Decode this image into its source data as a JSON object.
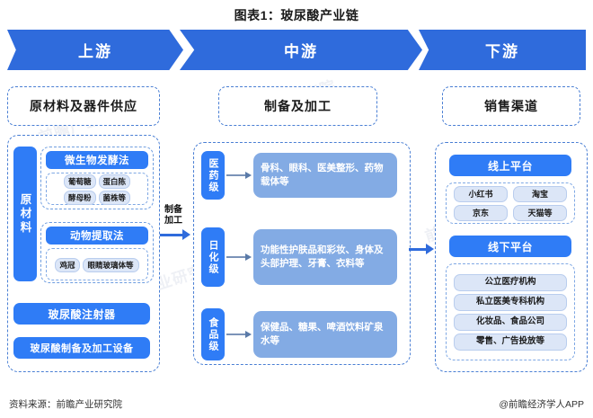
{
  "title": "图表1：玻尿酸产业链",
  "banners": [
    {
      "label": "上游"
    },
    {
      "label": "中游"
    },
    {
      "label": "下游"
    }
  ],
  "columns": {
    "upstream": {
      "head": "原材料及器件供应",
      "vertical_label": "原材料",
      "methods": [
        {
          "title": "微生物发酵法",
          "items": [
            "葡萄糖",
            "蛋白陈",
            "酵母粉",
            "菌株等"
          ]
        },
        {
          "title": "动物提取法",
          "items": [
            "鸡冠",
            "眼睛玻璃体等"
          ]
        }
      ],
      "equipment": [
        "玻尿酸注射器",
        "玻尿酸制备及加工设备"
      ]
    },
    "midstream": {
      "head": "制备及加工",
      "grades": [
        {
          "tag": "医药级",
          "description": "骨科、眼科、医美整形、药物载体等"
        },
        {
          "tag": "日化级",
          "description": "功能性护肤品和彩妆、身体及头部护理、牙膏、衣料等"
        },
        {
          "tag": "食品级",
          "description": "保健品、糖果、啤酒饮料矿泉水等"
        }
      ]
    },
    "downstream": {
      "head": "销售渠道",
      "channels": [
        {
          "title": "线上平台",
          "items": [
            "小红书",
            "淘宝",
            "京东",
            "天猫等"
          ]
        },
        {
          "title": "线下平台",
          "items": [
            "公立医疗机构",
            "私立医美专科机构",
            "化妆品、食品公司",
            "零售、广告投放等"
          ]
        }
      ]
    }
  },
  "connectors": {
    "upstream_to_midstream_label": "制备\n加工"
  },
  "footer": {
    "source": "资料来源：前瞻产业研究院",
    "credit": "@前瞻经济学人APP"
  },
  "watermark": "前瞻产业研究院",
  "colors": {
    "banner_blue": "#2f6bdc",
    "bright_blue": "#2f7cf6",
    "soft_blue": "#83abe4",
    "pill_blue": "#dce6f7",
    "dashed_border": "#4a7fd4"
  }
}
